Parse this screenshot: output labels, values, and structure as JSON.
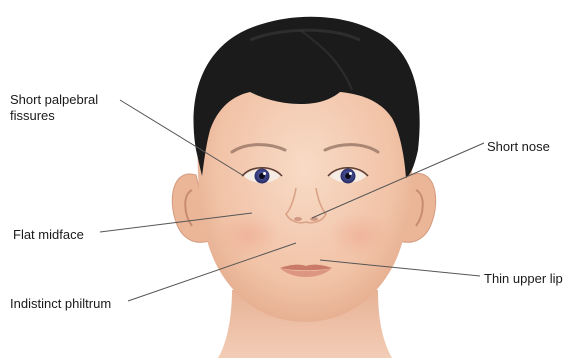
{
  "figure": {
    "labels": {
      "short_palpebral_fissures": "Short palpebral fissures",
      "flat_midface": "Flat midface",
      "indistinct_philtrum": "Indistinct philtrum",
      "short_nose": "Short nose",
      "thin_upper_lip": "Thin upper lip"
    }
  },
  "colors": {
    "skin": "#f3c9ae",
    "hair": "#1b1b1b",
    "iris": "#3a3f86",
    "lip": "#d98a78",
    "leader_line": "#555555"
  }
}
